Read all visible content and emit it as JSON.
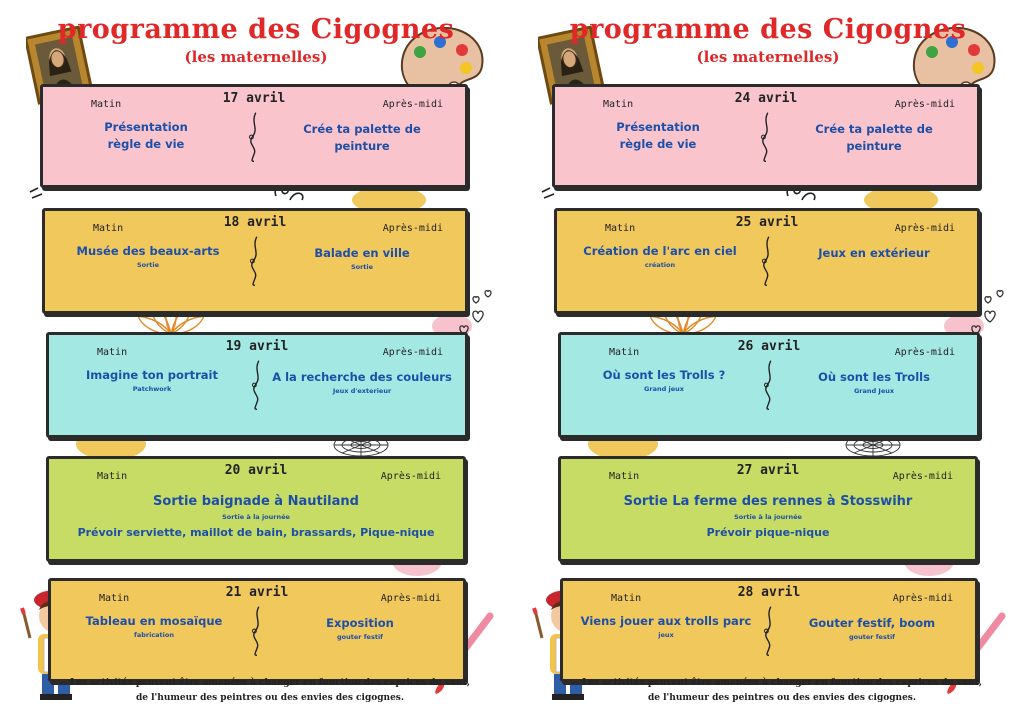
{
  "pages": [
    {
      "title": "programme des Cigognes",
      "subtitle": "(les maternelles)",
      "days": [
        {
          "date": "17 avril",
          "matin": "Matin",
          "apm": "Après-midi",
          "morning": "Présentation\nrègle de vie",
          "morning_sub": "",
          "afternoon": "Crée ta palette de\npeinture",
          "afternoon_sub": ""
        },
        {
          "date": "18 avril",
          "matin": "Matin",
          "apm": "Après-midi",
          "morning": "Musée des beaux-arts",
          "morning_sub": "Sortie",
          "afternoon": "Balade en ville",
          "afternoon_sub": "Sortie"
        },
        {
          "date": "19 avril",
          "matin": "Matin",
          "apm": "Après-midi",
          "morning": "Imagine ton portrait",
          "morning_sub": "Patchwork",
          "afternoon": "A la recherche des couleurs",
          "afternoon_sub": "Jeux d'exterieur"
        },
        {
          "date": "20 avril",
          "matin": "Matin",
          "apm": "Après-midi",
          "full_title": "Sortie baignade à Nautiland",
          "full_sub": "Sortie à la journée",
          "full_note": "Prévoir serviette, maillot de bain, brassards, Pique-nique"
        },
        {
          "date": "21 avril",
          "matin": "Matin",
          "apm": "Après-midi",
          "morning": "Tableau en mosaïque",
          "morning_sub": "fabrication",
          "afternoon": "Exposition",
          "afternoon_sub": "gouter festif"
        }
      ],
      "footer_line1": "Les activités peuvent être amenées à changer en fonction des caprices du vent,",
      "footer_line2": "de l'humeur des peintres ou des envies des cigognes."
    },
    {
      "title": "programme des Cigognes",
      "subtitle": "(les maternelles)",
      "days": [
        {
          "date": "24 avril",
          "matin": "Matin",
          "apm": "Après-midi",
          "morning": "Présentation\nrègle de vie",
          "morning_sub": "",
          "afternoon": "Crée ta palette de\npeinture",
          "afternoon_sub": ""
        },
        {
          "date": "25 avril",
          "matin": "Matin",
          "apm": "Après-midi",
          "morning": "Création de l'arc en ciel",
          "morning_sub": "création",
          "afternoon": "Jeux en extérieur",
          "afternoon_sub": ""
        },
        {
          "date": "26 avril",
          "matin": "Matin",
          "apm": "Après-midi",
          "morning": "Où sont les Trolls ?",
          "morning_sub": "Grand jeux",
          "afternoon": "Où sont les Trolls",
          "afternoon_sub": "Grand Jeux"
        },
        {
          "date": "27 avril",
          "matin": "Matin",
          "apm": "Après-midi",
          "full_title": "Sortie La ferme des rennes à Stosswihr",
          "full_sub": "Sortie à la journée",
          "full_note": "Prévoir pique-nique"
        },
        {
          "date": "28 avril",
          "matin": "Matin",
          "apm": "Après-midi",
          "morning": "Viens jouer aux trolls parc",
          "morning_sub": "jeux",
          "afternoon": "Gouter festif, boom",
          "afternoon_sub": "gouter festif"
        }
      ],
      "footer_line1": "Les activités peuvent être amenées à changer en fonction des caprices du vent,",
      "footer_line2": "de l'humeur des peintres ou des envies des cigognes."
    }
  ],
  "colors": {
    "title": "#e02828",
    "activity_text": "#1e4fa8",
    "box_pink": "#f9c4cc",
    "box_yellow": "#f0c85c",
    "box_cyan": "#a4e8e4",
    "box_green": "#c6dc64"
  },
  "icons": [
    "mona-lisa-frame-icon",
    "paint-palette-icon",
    "lotus-flower-icon",
    "hearts-icon",
    "lace-doily-icon",
    "painter-boy-icon",
    "paintbrush-icon",
    "squiggle-divider-icon"
  ]
}
